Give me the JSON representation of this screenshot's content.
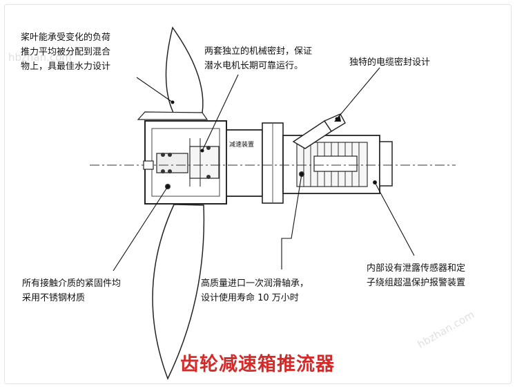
{
  "watermark": "hbzhan.com",
  "annotations": {
    "blade_load": [
      "桨叶能承受变化的负荷",
      "推力平均被分配到混合",
      "物上，具最佳水力设计"
    ],
    "mechanical_seal": [
      "两套独立的机械密封，保证",
      "潜水电机长期可靠运行。"
    ],
    "cable_seal": [
      "独特的电缆密封设计"
    ],
    "fasteners": [
      "所有接触介质的紧固件均",
      "采用不锈钢材质"
    ],
    "bearing": [
      "高质量进口一次润滑轴承，",
      "设计使用寿命 10 万小时"
    ],
    "sensors": [
      "内部设有泄露传感器和定",
      "子绕组超温保护报警装置"
    ]
  },
  "gearbox_label": "减速装置",
  "title": "齿轮减速箱推流器",
  "colors": {
    "title": "#d32a2a",
    "ink": "#111111"
  }
}
